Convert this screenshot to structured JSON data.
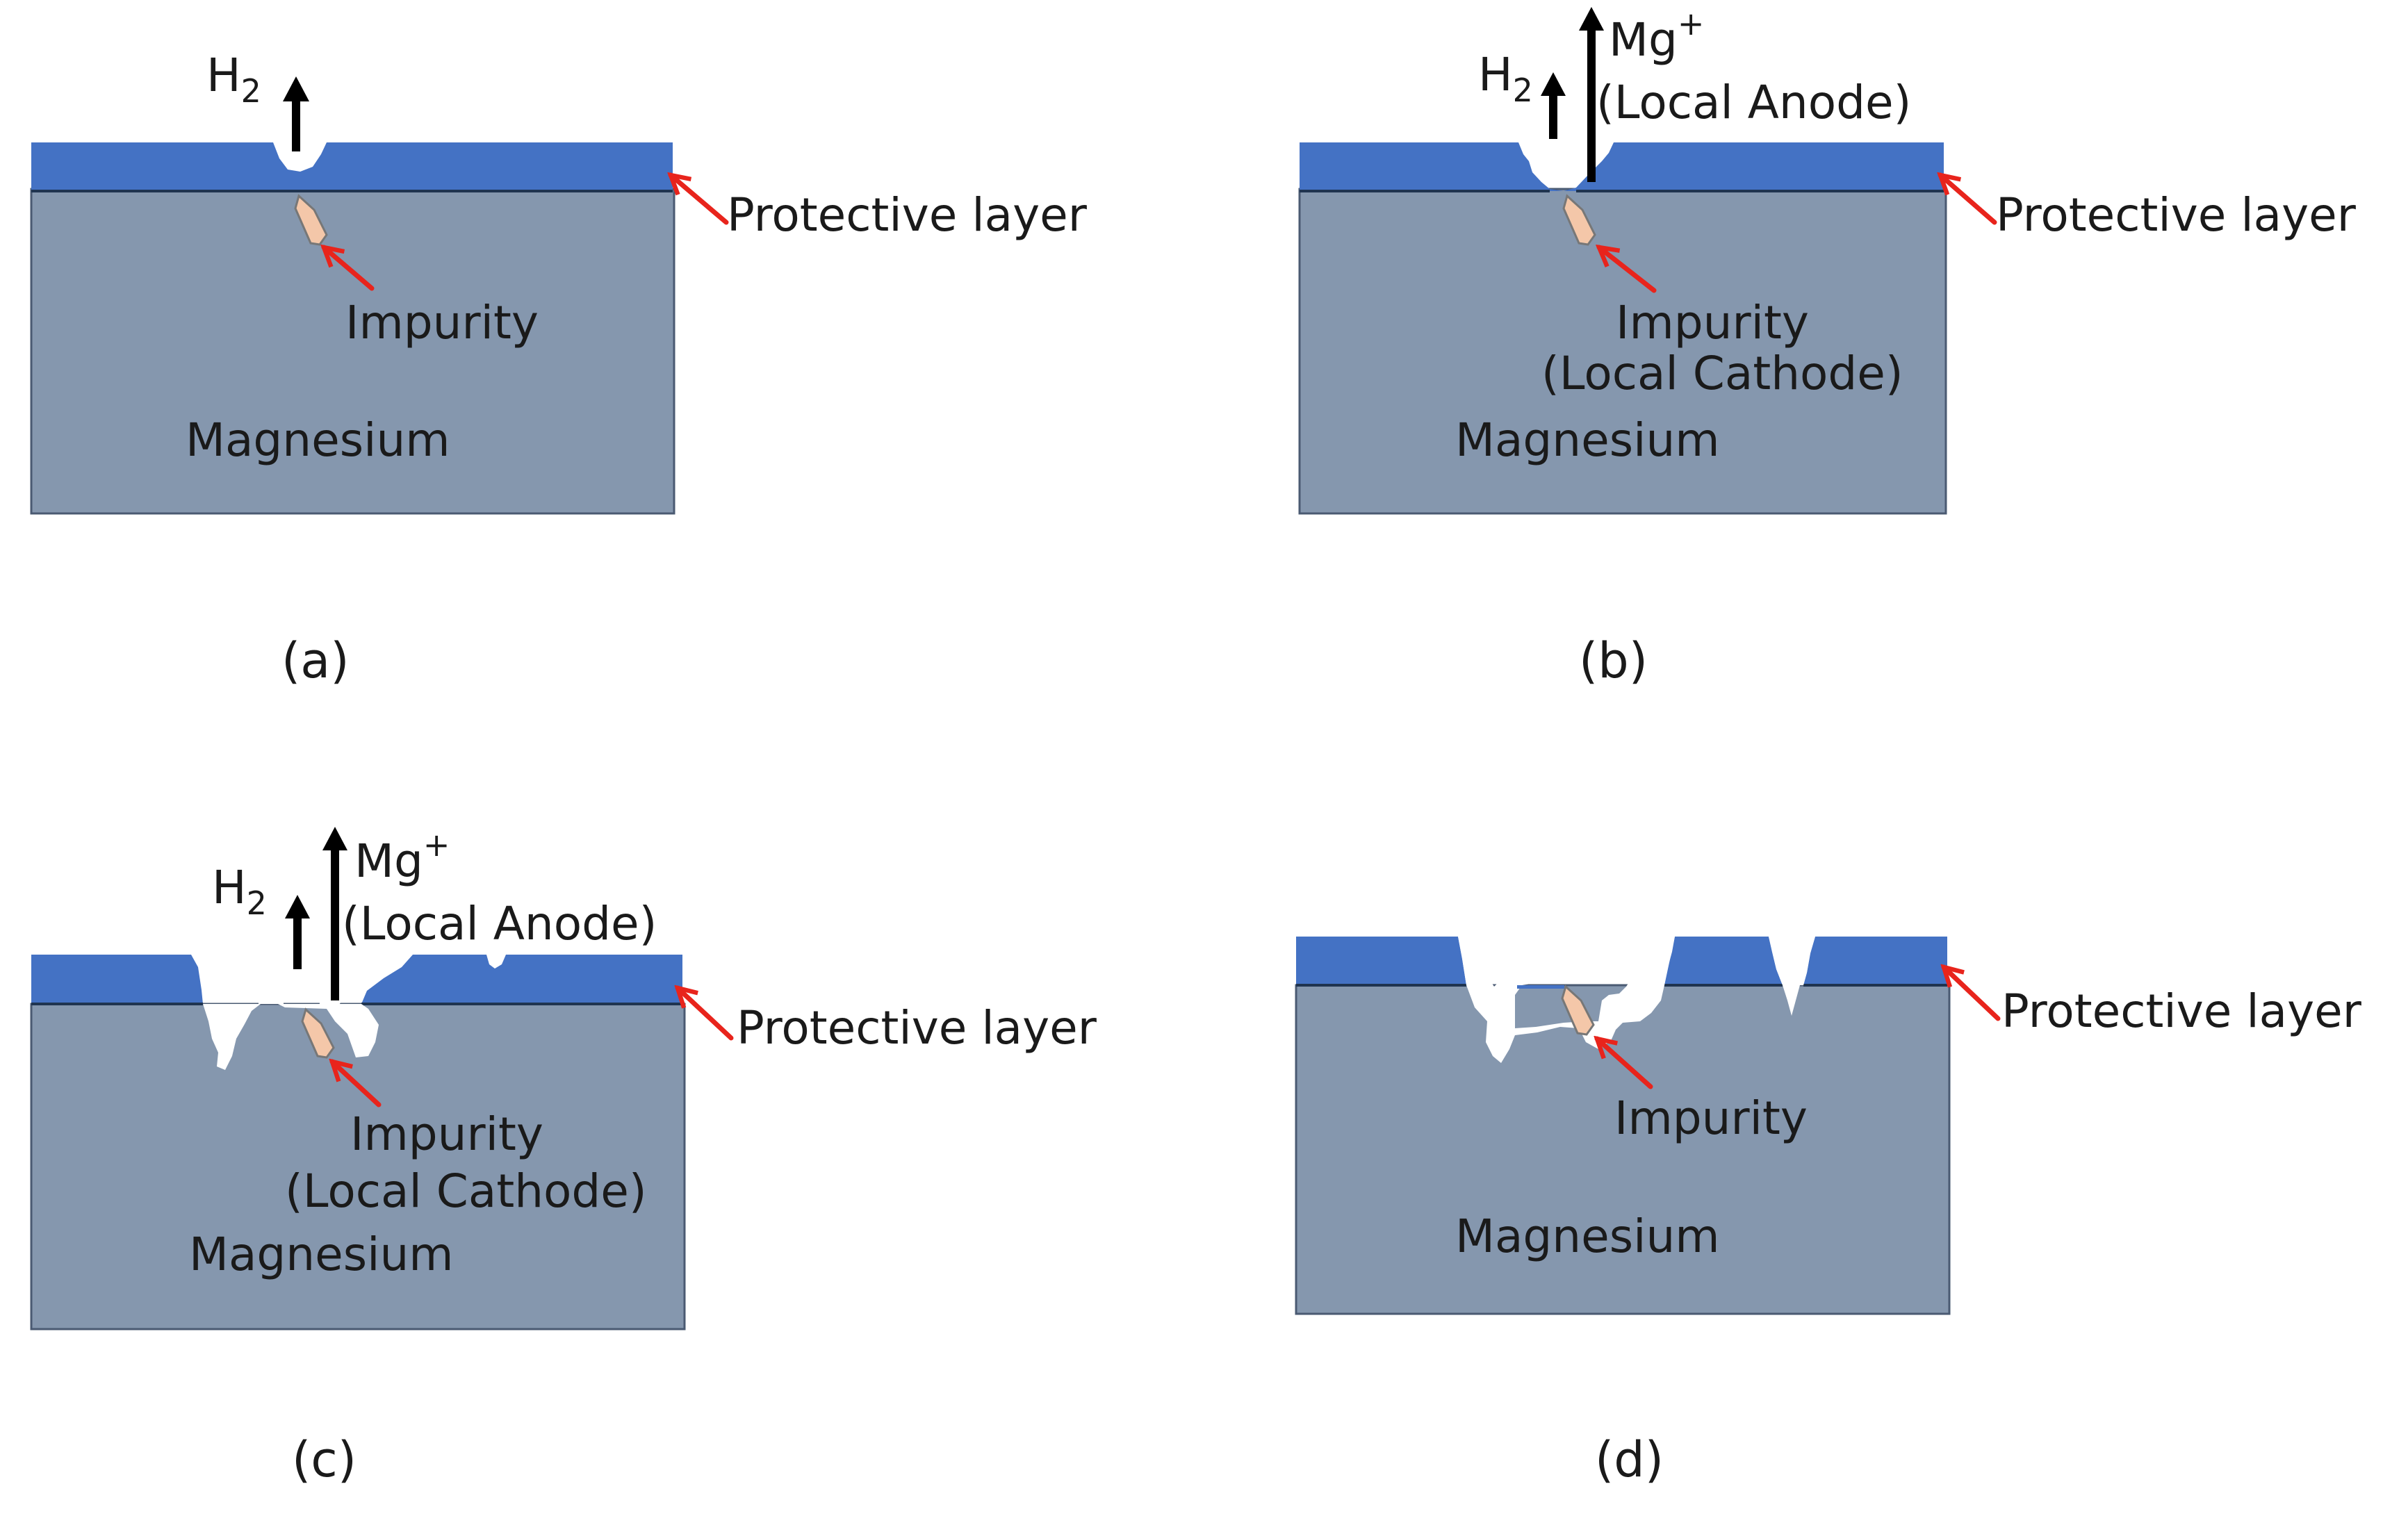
{
  "colors": {
    "metal": "#8597ae",
    "protective_layer": "#4472c4",
    "impurity": "#f4c7a9",
    "callout_arrow": "#e8241c"
  },
  "labels": {
    "h2": "H",
    "h2_sub": "2",
    "mg": "Mg",
    "mg_sup": "+",
    "local_anode": "(Local Anode)",
    "protective_layer": "Protective layer",
    "impurity": "Impurity",
    "local_cathode": "(Local Cathode)",
    "magnesium": "Magnesium"
  },
  "panels": [
    {
      "id": "a",
      "caption": "(a)"
    },
    {
      "id": "b",
      "caption": "(b)"
    },
    {
      "id": "c",
      "caption": "(c)"
    },
    {
      "id": "d",
      "caption": "(d)"
    }
  ]
}
